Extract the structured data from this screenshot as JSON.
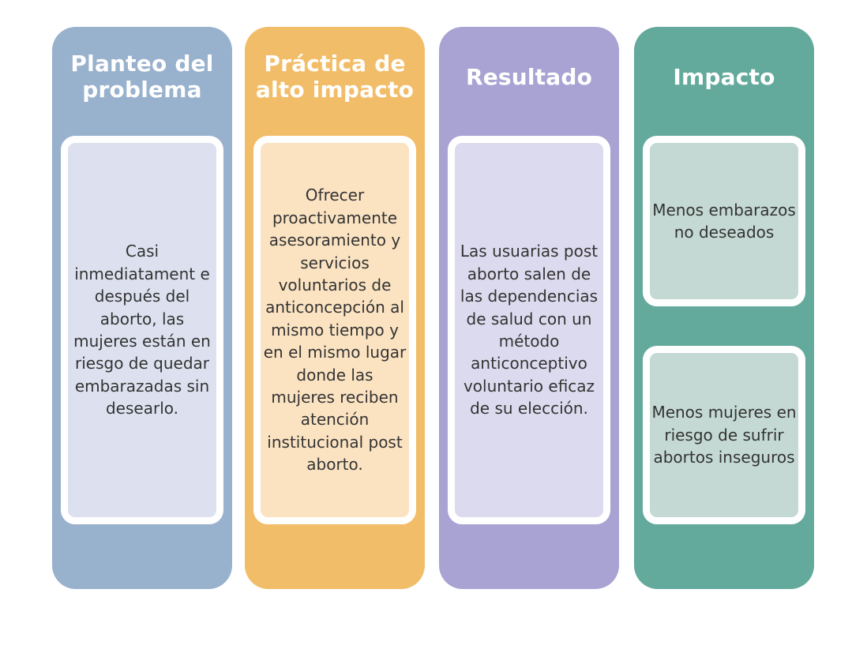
{
  "columns": [
    {
      "title": "Planteo del problema",
      "cards": [
        "Casi inmediatament e después del aborto, las mujeres están en riesgo de quedar embarazadas sin desearlo."
      ]
    },
    {
      "title": "Práctica de alto impacto",
      "cards": [
        "Ofrecer proactivamente asesoramiento y servicios voluntarios de anticoncepción al mismo tiempo y en el mismo lugar donde las mujeres reciben atención institucional post aborto."
      ]
    },
    {
      "title": "Resultado",
      "cards": [
        "Las usuarias post aborto salen de las dependencias de salud con un método anticonceptivo voluntario eficaz de su elección."
      ]
    },
    {
      "title": "Impacto",
      "cards": [
        "Menos embarazos no deseados",
        "Menos mujeres en riesgo de sufrir abortos inseguros"
      ]
    }
  ],
  "colors": {
    "problema": "#98b1cd",
    "practica": "#f2bd68",
    "resultado": "#a8a3d3",
    "impacto": "#63aa9c"
  }
}
